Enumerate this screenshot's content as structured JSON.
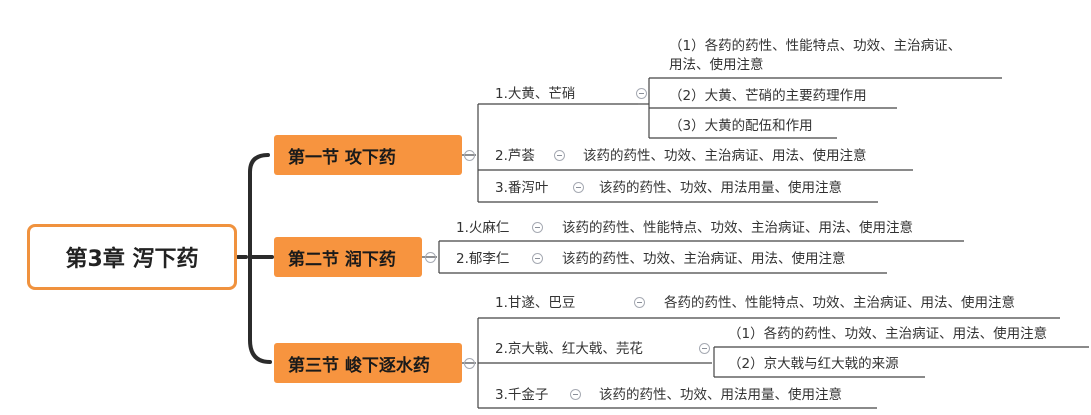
{
  "root": {
    "label": "第3章 泻下药"
  },
  "sections": [
    {
      "label": "第一节 攻下药",
      "items": [
        {
          "label": "1.大黄、芒硝",
          "notes": [
            "（1）各药的药性、性能特点、功效、主治病证、",
            "用法、使用注意",
            "（2）大黄、芒硝的主要药理作用",
            "（3）大黄的配伍和作用"
          ]
        },
        {
          "label": "2.芦荟",
          "note": "该药的药性、功效、主治病证、用法、使用注意"
        },
        {
          "label": "3.番泻叶",
          "note": "该药的药性、功效、用法用量、使用注意"
        }
      ]
    },
    {
      "label": "第二节 润下药",
      "items": [
        {
          "label": "1.火麻仁",
          "note": "该药的药性、性能特点、功效、主治病证、用法、使用注意"
        },
        {
          "label": "2.郁李仁",
          "note": "该药的药性、功效、主治病证、用法、使用注意"
        }
      ]
    },
    {
      "label": "第三节 峻下逐水药",
      "items": [
        {
          "label": "1.甘遂、巴豆",
          "note": "各药的药性、性能特点、功效、主治病证、用法、使用注意"
        },
        {
          "label": "2.京大戟、红大戟、芫花",
          "notes": [
            "（1）各药的药性、功效、主治病证、用法、使用注意",
            "（2）京大戟与红大戟的来源"
          ]
        },
        {
          "label": "3.千金子",
          "note": "该药的药性、功效、用法用量、使用注意"
        }
      ]
    }
  ]
}
